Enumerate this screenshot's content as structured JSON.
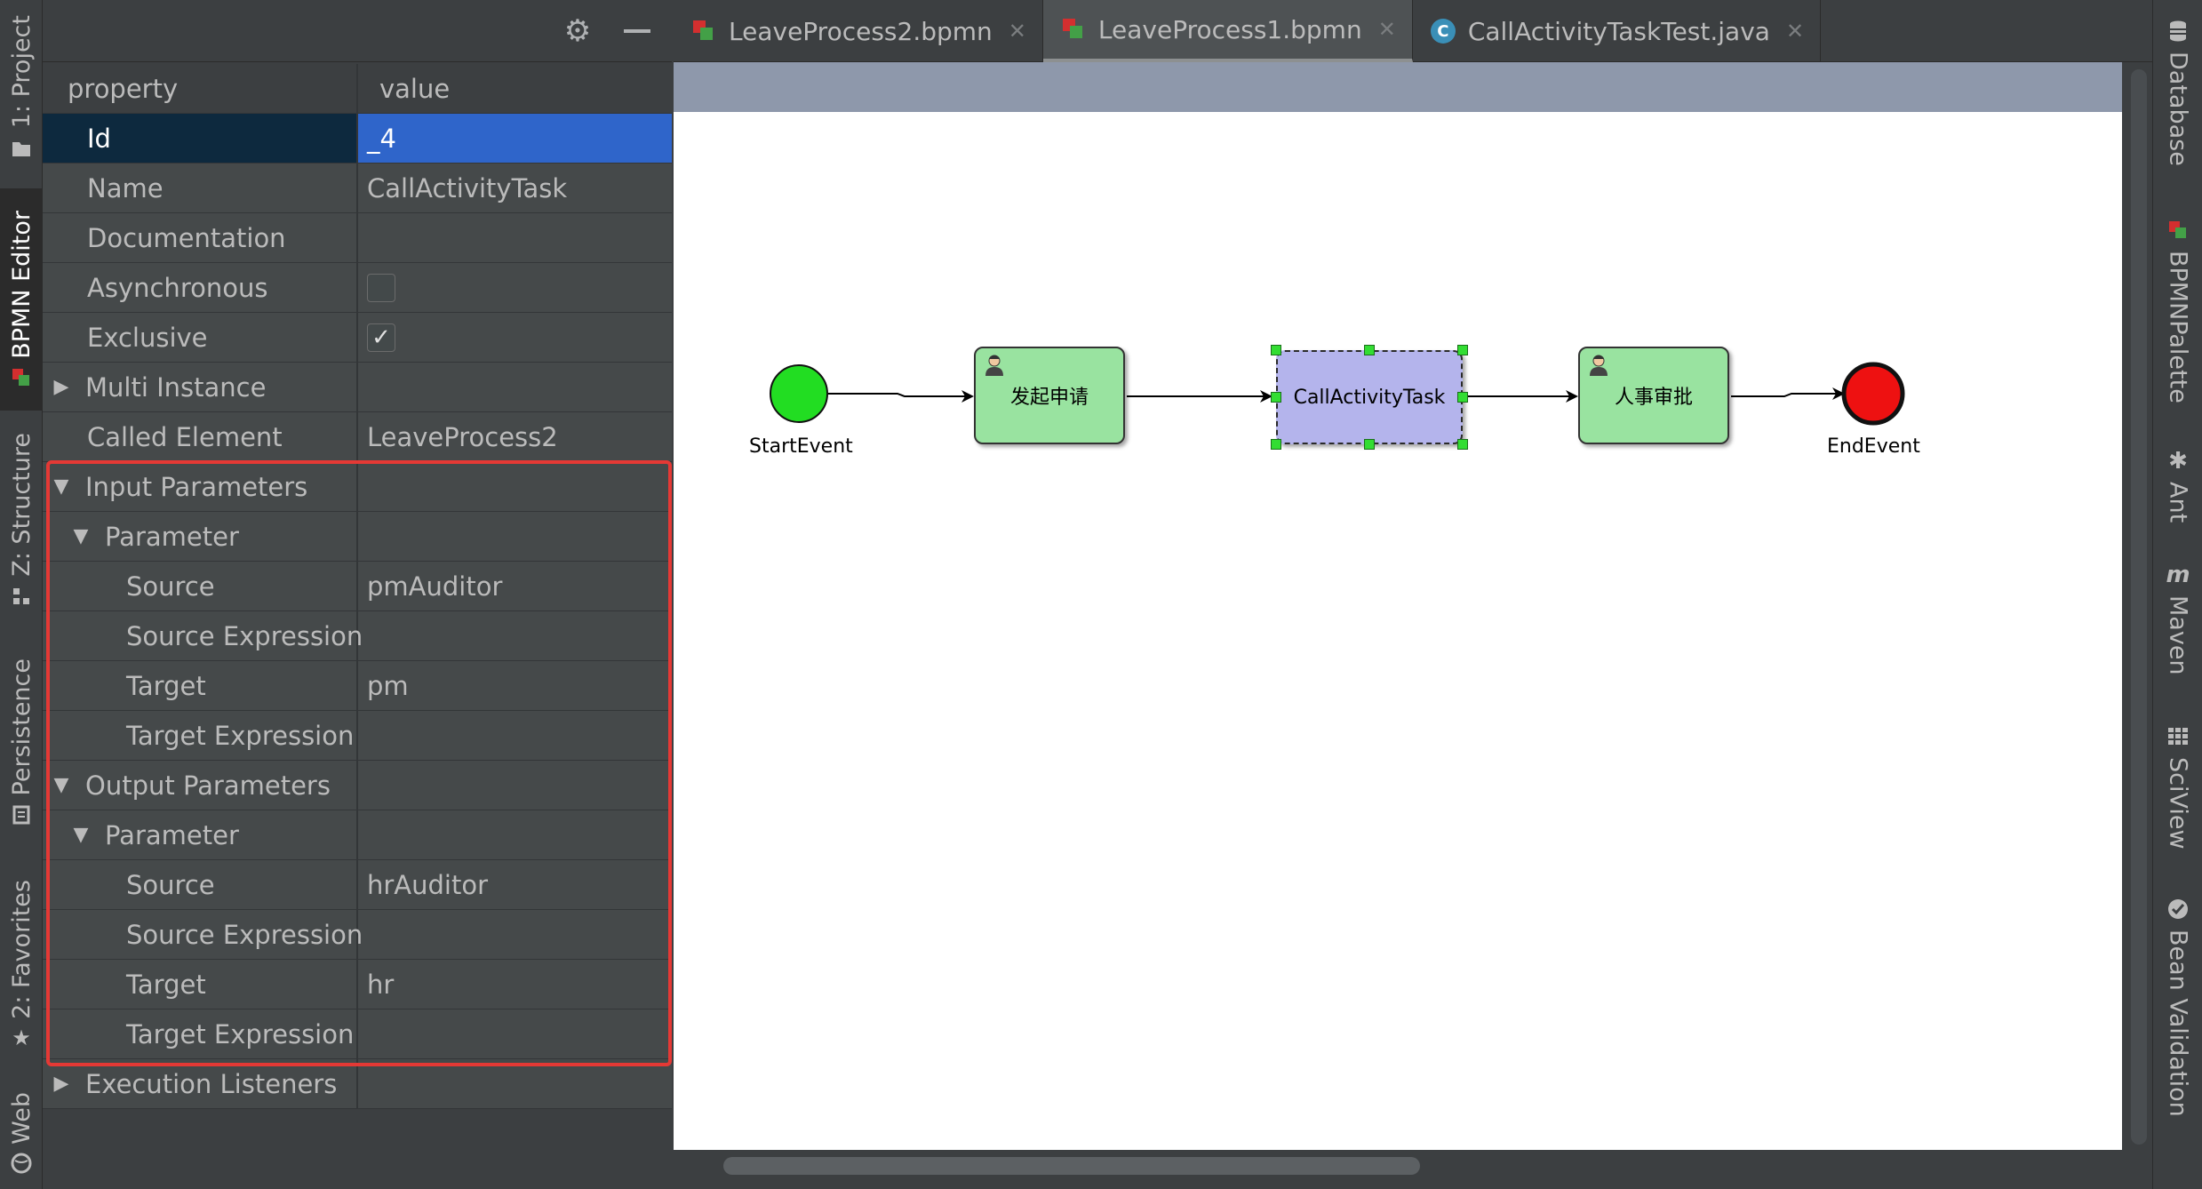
{
  "left_strip": {
    "tabs": [
      {
        "label": "1: Project",
        "icon": "folder-icon"
      },
      {
        "label": "BPMN Editor",
        "icon": "bpmn-icon"
      },
      {
        "label": "Z: Structure",
        "icon": "structure-icon"
      },
      {
        "label": "Persistence",
        "icon": "persistence-icon"
      },
      {
        "label": "2: Favorites",
        "icon": "star-icon"
      },
      {
        "label": "Web",
        "icon": "globe-icon"
      }
    ]
  },
  "right_strip": {
    "tabs": [
      {
        "label": "Database",
        "icon": "database-icon"
      },
      {
        "label": "BPMNPalette",
        "icon": "bpmn-icon"
      },
      {
        "label": "Ant",
        "icon": "ant-icon"
      },
      {
        "label": "Maven",
        "icon": "maven-icon"
      },
      {
        "label": "SciView",
        "icon": "sciview-icon"
      },
      {
        "label": "Bean Validation",
        "icon": "bean-validation-icon"
      }
    ]
  },
  "properties": {
    "header_property": "property",
    "header_value": "value",
    "rows": [
      {
        "key": "Id",
        "value": "_4"
      },
      {
        "key": "Name",
        "value": "CallActivityTask"
      },
      {
        "key": "Documentation",
        "value": ""
      },
      {
        "key": "Asynchronous",
        "value": ""
      },
      {
        "key": "Exclusive",
        "value": ""
      },
      {
        "key": "Multi Instance",
        "value": ""
      },
      {
        "key": "Called Element",
        "value": "LeaveProcess2"
      },
      {
        "key": "Input Parameters",
        "value": ""
      },
      {
        "key": "Parameter",
        "value": ""
      },
      {
        "key": "Source",
        "value": "pmAuditor"
      },
      {
        "key": "Source Expression",
        "value": ""
      },
      {
        "key": "Target",
        "value": "pm"
      },
      {
        "key": "Target Expression",
        "value": ""
      },
      {
        "key": "Output Parameters",
        "value": ""
      },
      {
        "key": "Parameter",
        "value": ""
      },
      {
        "key": "Source",
        "value": "hrAuditor"
      },
      {
        "key": "Source Expression",
        "value": ""
      },
      {
        "key": "Target",
        "value": "hr"
      },
      {
        "key": "Target Expression",
        "value": ""
      },
      {
        "key": "Execution Listeners",
        "value": ""
      }
    ],
    "asynchronous_checked": false,
    "exclusive_checked": true
  },
  "editor_tabs": [
    {
      "label": "LeaveProcess2.bpmn",
      "icon": "bpmn-icon",
      "active": false
    },
    {
      "label": "LeaveProcess1.bpmn",
      "icon": "bpmn-icon",
      "active": true
    },
    {
      "label": "CallActivityTaskTest.java",
      "icon": "java-class-icon",
      "active": false
    }
  ],
  "diagram": {
    "start_event": "StartEvent",
    "task1": "发起申请",
    "call_activity": "CallActivityTask",
    "task2": "人事审批",
    "end_event": "EndEvent"
  },
  "colors": {
    "start_event": "#22dd22",
    "end_event": "#ee1111",
    "user_task": "#99e3a0",
    "call_activity": "#b4b4ec",
    "selection": "#2f65ca",
    "highlight_box": "#e53935"
  }
}
